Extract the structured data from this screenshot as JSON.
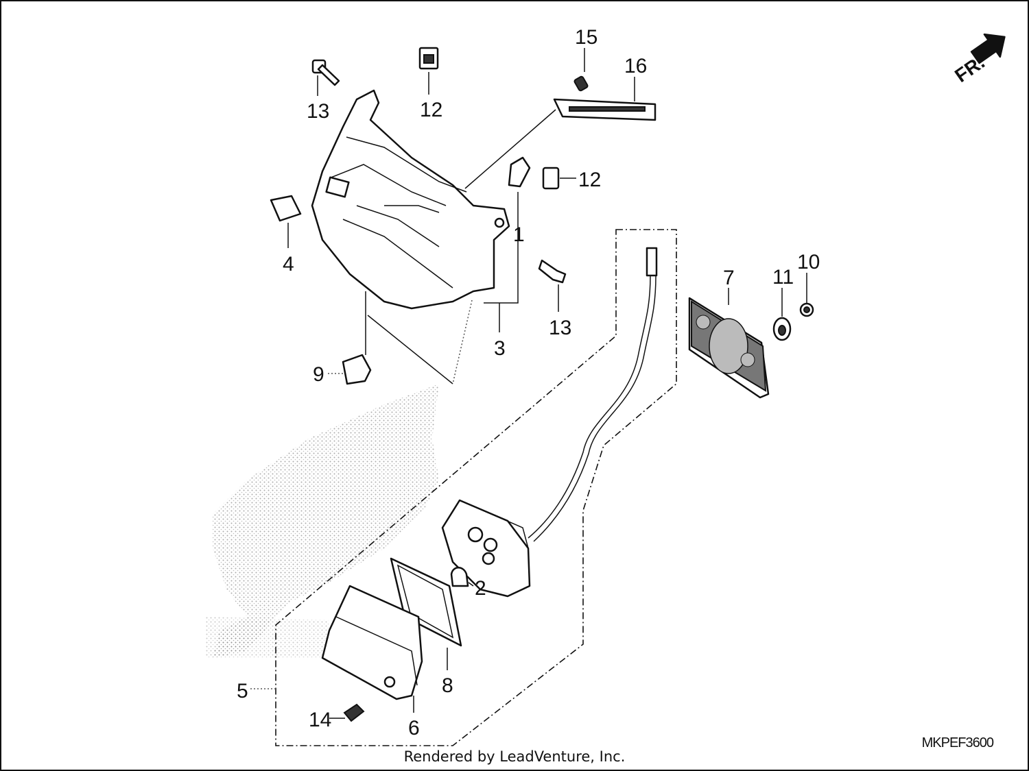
{
  "diagram": {
    "code": "MKPEF3600",
    "credit": "Rendered by LeadVenture, Inc.",
    "direction_label": "FR.",
    "callouts": [
      {
        "id": "c1",
        "label": "1"
      },
      {
        "id": "c2",
        "label": "2"
      },
      {
        "id": "c3",
        "label": "3"
      },
      {
        "id": "c4",
        "label": "4"
      },
      {
        "id": "c5",
        "label": "5"
      },
      {
        "id": "c6",
        "label": "6"
      },
      {
        "id": "c7",
        "label": "7"
      },
      {
        "id": "c8",
        "label": "8"
      },
      {
        "id": "c9",
        "label": "9"
      },
      {
        "id": "c10",
        "label": "10"
      },
      {
        "id": "c11",
        "label": "11"
      },
      {
        "id": "c12a",
        "label": "12"
      },
      {
        "id": "c12b",
        "label": "12"
      },
      {
        "id": "c13a",
        "label": "13"
      },
      {
        "id": "c13b",
        "label": "13"
      },
      {
        "id": "c14",
        "label": "14"
      },
      {
        "id": "c15",
        "label": "15"
      },
      {
        "id": "c16",
        "label": "16"
      }
    ]
  }
}
